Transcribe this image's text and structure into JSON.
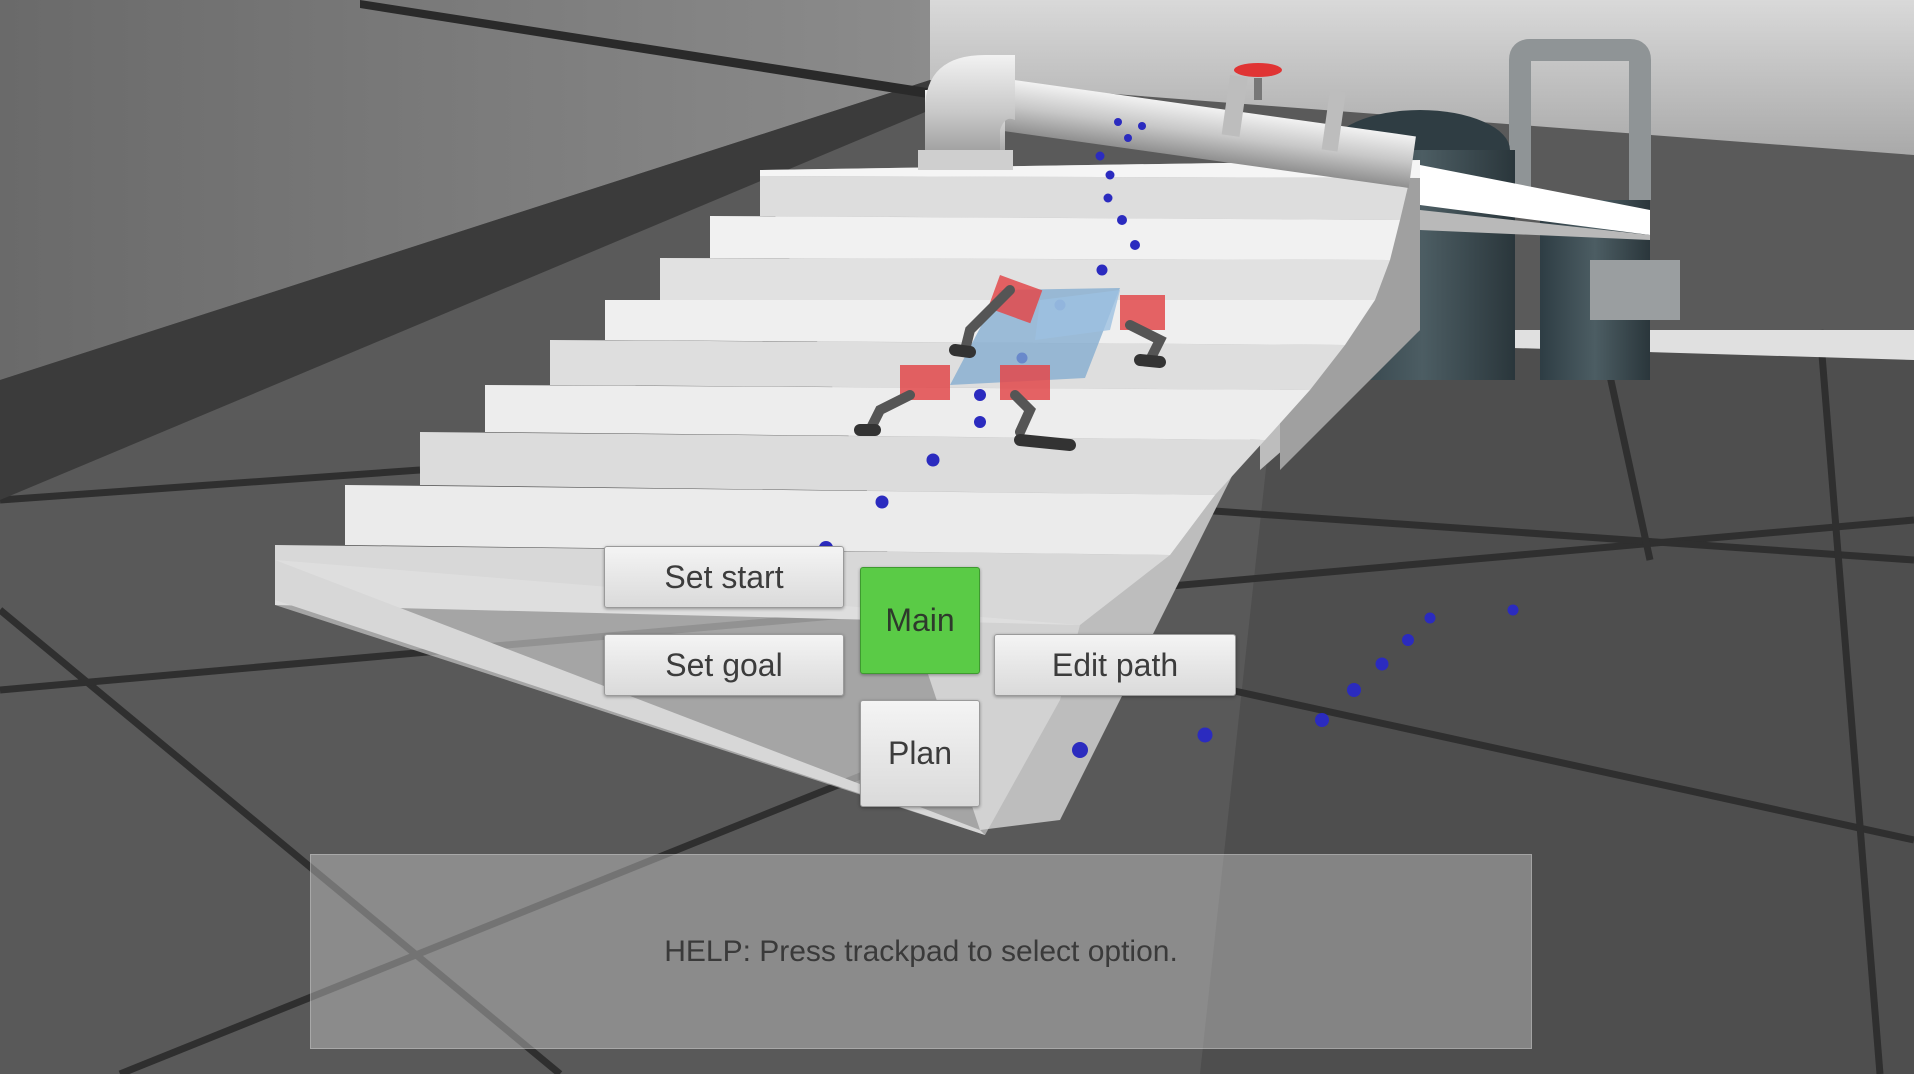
{
  "menu": {
    "set_start": "Set start",
    "main": "Main",
    "set_goal": "Set goal",
    "edit_path": "Edit path",
    "plan": "Plan",
    "active_item": "Main"
  },
  "help": {
    "text": "HELP: Press trackpad to select option."
  },
  "colors": {
    "active_button": "#5acb46",
    "path_waypoint": "#2b2bbf",
    "robot_joint": "#e2494b",
    "robot_body": "#7fa9cf"
  }
}
